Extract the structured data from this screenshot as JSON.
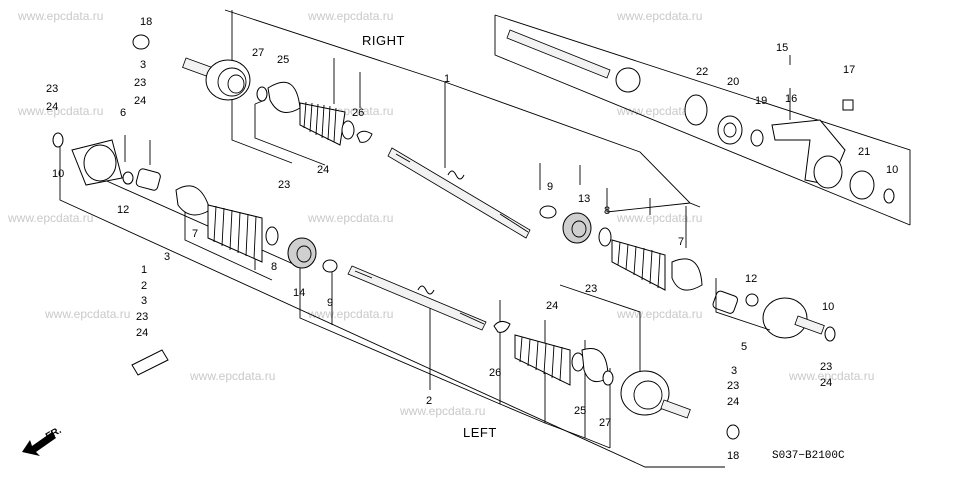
{
  "watermark": "www.epcdata.ru",
  "labels": {
    "right": "RIGHT",
    "left": "LEFT",
    "front": "FR.",
    "diagram_code": "S0З7−B2100C"
  },
  "callouts": {
    "c18a": "18",
    "c3a": "3",
    "c23a": "23",
    "c24a": "24",
    "c23b": "23",
    "c24b": "24",
    "c6": "6",
    "c10a": "10",
    "c12a": "12",
    "c27a": "27",
    "c25a": "25",
    "c23c": "23",
    "c24c": "24",
    "c26a": "26",
    "c1": "1",
    "c15": "15",
    "c22": "22",
    "c20": "20",
    "c19": "19",
    "c16": "16",
    "c17": "17",
    "c21": "21",
    "c10b": "10",
    "c9a": "9",
    "c13": "13",
    "c8a": "8",
    "c7a": "7",
    "c8b": "8",
    "c7b": "7",
    "c14": "14",
    "c9b": "9",
    "c3b": "3",
    "k1": "1",
    "k2": "2",
    "k3": "3",
    "k23": "23",
    "k24": "24",
    "c12b": "12",
    "c5": "5",
    "c10c": "10",
    "c23d": "23",
    "c24d": "24",
    "c23e": "23",
    "c24e": "24",
    "c26b": "26",
    "c25b": "25",
    "c27b": "27",
    "c2": "2",
    "c3c": "3",
    "c23f": "23",
    "c24f": "24",
    "c18b": "18"
  }
}
